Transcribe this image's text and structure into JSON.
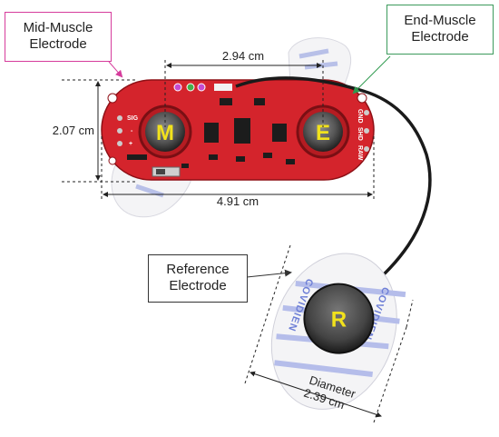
{
  "callouts": {
    "mid_muscle": [
      "Mid-Muscle",
      "Electrode"
    ],
    "end_muscle": [
      "End-Muscle",
      "Electrode"
    ],
    "reference": [
      "Reference",
      "Electrode"
    ]
  },
  "dimensions": {
    "electrode_spacing": "2.94 cm",
    "board_height": "2.07 cm",
    "board_width": "4.91 cm",
    "pad_diameter": [
      "Diameter",
      "2.39 cm"
    ]
  },
  "electrode_letters": {
    "mid": "M",
    "end": "E",
    "ref": "R"
  },
  "pin_labels": {
    "left": [
      "SIG",
      "-",
      "+"
    ],
    "right": [
      "GND",
      "SHD",
      "RAW"
    ]
  },
  "pad_brand_text": "COVIDIEN",
  "colors": {
    "board_red": "#d4242c",
    "letter_yellow": "#f2e21c",
    "mid_callout_border": "#d63c9c",
    "end_callout_border": "#3c9a5c",
    "ref_callout_border": "#333333",
    "arrow_green": "#2e9a4e"
  }
}
